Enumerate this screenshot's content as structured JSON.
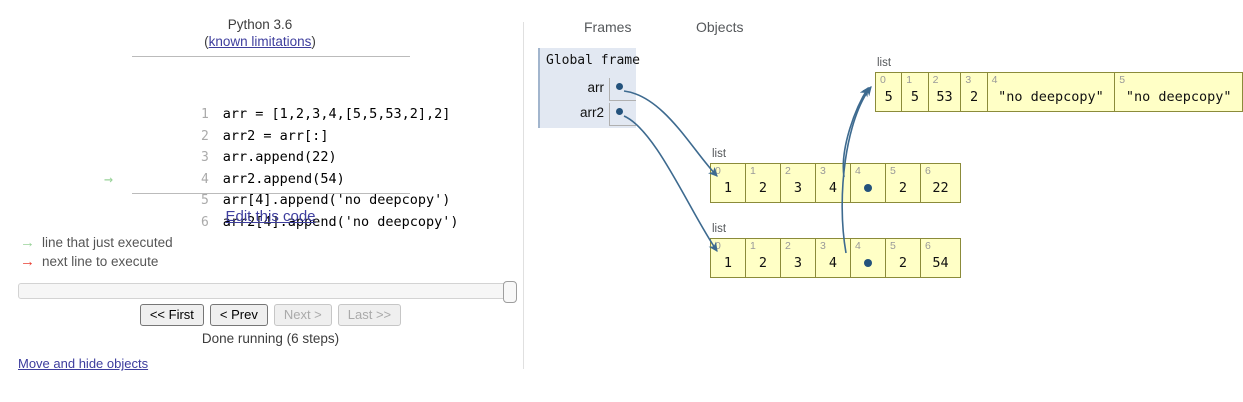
{
  "left": {
    "python_version": "Python 3.6",
    "known_limitations_label": "known limitations",
    "paren_open": "(",
    "paren_close": ")",
    "code_lines": [
      {
        "number": "1",
        "text": "arr = [1,2,3,4,[5,5,53,2],2]",
        "marker": ""
      },
      {
        "number": "2",
        "text": "arr2 = arr[:]",
        "marker": ""
      },
      {
        "number": "3",
        "text": "arr.append(22)",
        "marker": ""
      },
      {
        "number": "4",
        "text": "arr2.append(54)",
        "marker": ""
      },
      {
        "number": "5",
        "text": "arr[4].append('no deepcopy')",
        "marker": ""
      },
      {
        "number": "6",
        "text": "arr2[4].append('no deepcopy')",
        "marker": "→"
      }
    ],
    "edit_this_code_label": "Edit this code",
    "legend": [
      {
        "glyph": "→",
        "label": "line that just executed",
        "color": "#9AD39A",
        "name": "just-executed"
      },
      {
        "glyph": "→",
        "label": "next line to execute",
        "color": "#E93F33",
        "name": "next-line"
      }
    ],
    "nav_buttons": [
      {
        "label": "<< First",
        "disabled": false,
        "name": "first-button"
      },
      {
        "label": "< Prev",
        "disabled": false,
        "name": "prev-button"
      },
      {
        "label": "Next >",
        "disabled": true,
        "name": "next-button"
      },
      {
        "label": "Last >>",
        "disabled": true,
        "name": "last-button"
      }
    ],
    "run_status": "Done running (6 steps)",
    "move_hide_objects_label": "Move and hide objects",
    "slider_position_percent": 100
  },
  "viz": {
    "frames_header": "Frames",
    "objects_header": "Objects",
    "global_frame_title": "Global frame",
    "variables": [
      {
        "name": "arr",
        "points_to": "list-middle"
      },
      {
        "name": "arr2",
        "points_to": "list-bottom"
      }
    ],
    "objects": [
      {
        "id": "list-inner",
        "type_label": "list",
        "indices": [
          "0",
          "1",
          "2",
          "3",
          "4",
          "5"
        ],
        "values": [
          "5",
          "5",
          "53",
          "2",
          "\"no deepcopy\"",
          "\"no deepcopy\""
        ],
        "pointer_index": -1
      },
      {
        "id": "list-middle",
        "type_label": "list",
        "indices": [
          "0",
          "1",
          "2",
          "3",
          "4",
          "5",
          "6"
        ],
        "values": [
          "1",
          "2",
          "3",
          "4",
          "",
          "2",
          "22"
        ],
        "pointer_index": 4
      },
      {
        "id": "list-bottom",
        "type_label": "list",
        "indices": [
          "0",
          "1",
          "2",
          "3",
          "4",
          "5",
          "6"
        ],
        "values": [
          "1",
          "2",
          "3",
          "4",
          "",
          "2",
          "54"
        ],
        "pointer_index": 4
      }
    ]
  },
  "colors": {
    "pointer_arrow": "#3D6A8F",
    "pointer_dot": "#23527C",
    "list_bg": "#FFFFC6",
    "list_border": "#8B8B3A",
    "frame_bg": "#e2e8f2",
    "link": "#3D3D9D"
  }
}
